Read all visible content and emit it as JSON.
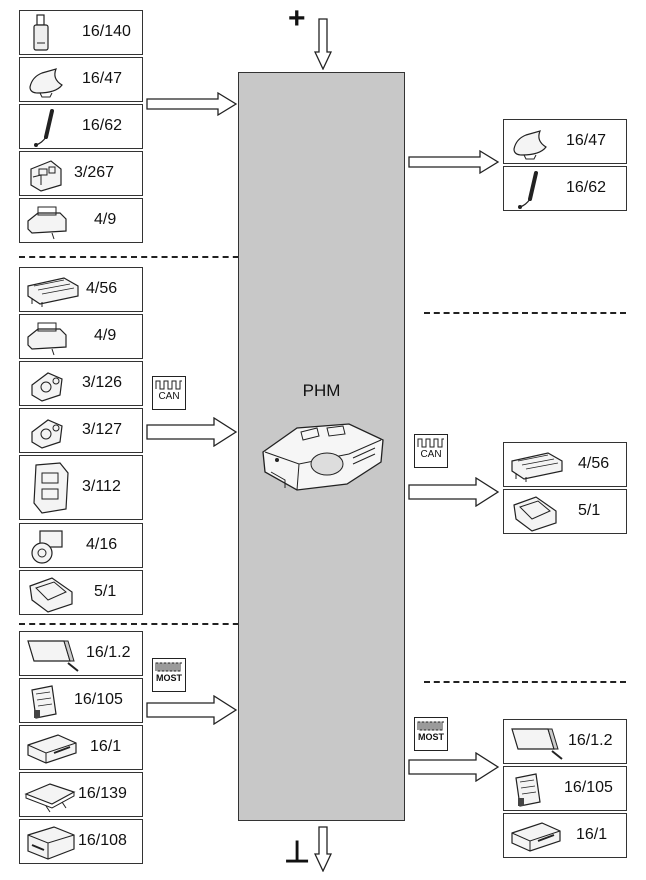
{
  "central_unit": {
    "label": "PHM"
  },
  "power": {
    "plus": "+",
    "ground": "⊥"
  },
  "bus_labels": {
    "can": "CAN",
    "most": "MOST"
  },
  "left_groups": {
    "group1": [
      "16/140",
      "16/47",
      "16/62",
      "3/267",
      "4/9"
    ],
    "group2": [
      "4/56",
      "4/9",
      "3/126",
      "3/127",
      "3/112",
      "4/16",
      "5/1"
    ],
    "group3": [
      "16/1.2",
      "16/105",
      "16/1",
      "16/139",
      "16/108"
    ]
  },
  "right_groups": {
    "group1": [
      "16/47",
      "16/62"
    ],
    "group2": [
      "4/56",
      "5/1"
    ],
    "group3": [
      "16/1.2",
      "16/105",
      "16/1"
    ]
  },
  "icons": {
    "L1": [
      "key-fob-icon",
      "roof-antenna-icon",
      "rod-antenna-icon",
      "control-panel-icon",
      "control-module-icon"
    ],
    "L2": [
      "fuse-box-icon",
      "control-module-icon",
      "seat-motor-icon",
      "seat-motor-icon",
      "seat-module-icon",
      "pump-icon",
      "seat-cushion-icon"
    ],
    "L3": [
      "display-icon",
      "circuit-board-icon",
      "receiver-icon",
      "tuner-icon",
      "drive-unit-icon"
    ],
    "R1": [
      "roof-antenna-icon",
      "rod-antenna-icon"
    ],
    "R2": [
      "fuse-box-icon",
      "seat-cushion-icon"
    ],
    "R3": [
      "display-icon",
      "circuit-board-icon",
      "receiver-icon"
    ]
  }
}
